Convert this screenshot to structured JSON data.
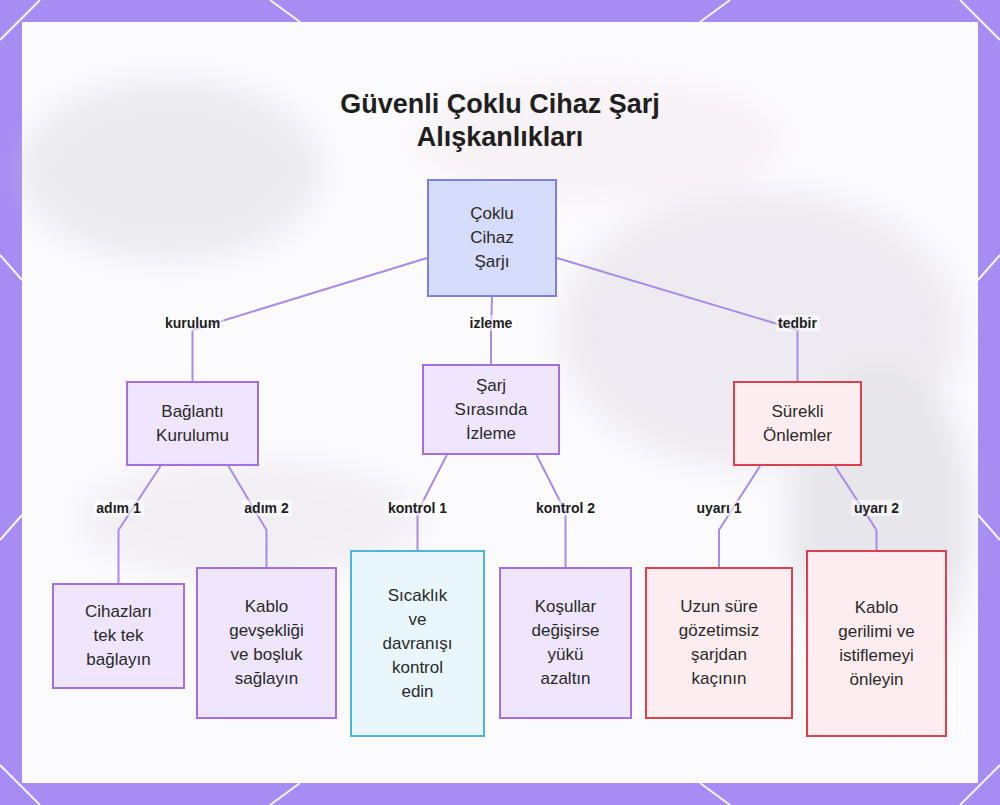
{
  "diagram": {
    "title": "Güvenli Çoklu Cihaz Şarj Alışkanlıkları",
    "nodes": [
      {
        "text": [
          "Çoklu Cihaz Şarjı"
        ]
      },
      {
        "text": [
          "Bağlantı Kurulumu"
        ]
      },
      {
        "text": [
          "Şarj Sırasında İzleme"
        ]
      },
      {
        "text": [
          "Sürekli Önlemler"
        ]
      },
      {
        "text": [
          "Cihazları tek tek bağlayın"
        ]
      },
      {
        "text": [
          "Kablo gevşekliği ve boşluk sağlayın"
        ]
      },
      {
        "text": [
          "Sıcaklık ve davranışı kontrol edin"
        ]
      },
      {
        "text": [
          "Koşullar değişirse yükü azaltın"
        ]
      },
      {
        "text": [
          "Uzun süre gözetimsiz şarjdan kaçının"
        ]
      },
      {
        "text": [
          "Kablo gerilimi ve istiflemeyi önleyin"
        ]
      }
    ],
    "edges": [
      {
        "from": 0,
        "to": 1,
        "label": "kurulum",
        "arrow": "none"
      },
      {
        "from": 0,
        "to": 2,
        "label": "izleme",
        "arrow": "none"
      },
      {
        "from": 0,
        "to": 3,
        "label": "tedbir",
        "arrow": "none"
      },
      {
        "from": 1,
        "to": 4,
        "label": "adım 1",
        "arrow": "none"
      },
      {
        "from": 1,
        "to": 5,
        "label": "adım 2",
        "arrow": "none"
      },
      {
        "from": 2,
        "to": 6,
        "label": "kontrol 1",
        "arrow": "none"
      },
      {
        "from": 2,
        "to": 7,
        "label": "kontrol 2",
        "arrow": "none"
      },
      {
        "from": 3,
        "to": 8,
        "label": "uyarı 1",
        "arrow": "none"
      },
      {
        "from": 3,
        "to": 9,
        "label": "uyarı 2",
        "arrow": "none"
      }
    ]
  }
}
